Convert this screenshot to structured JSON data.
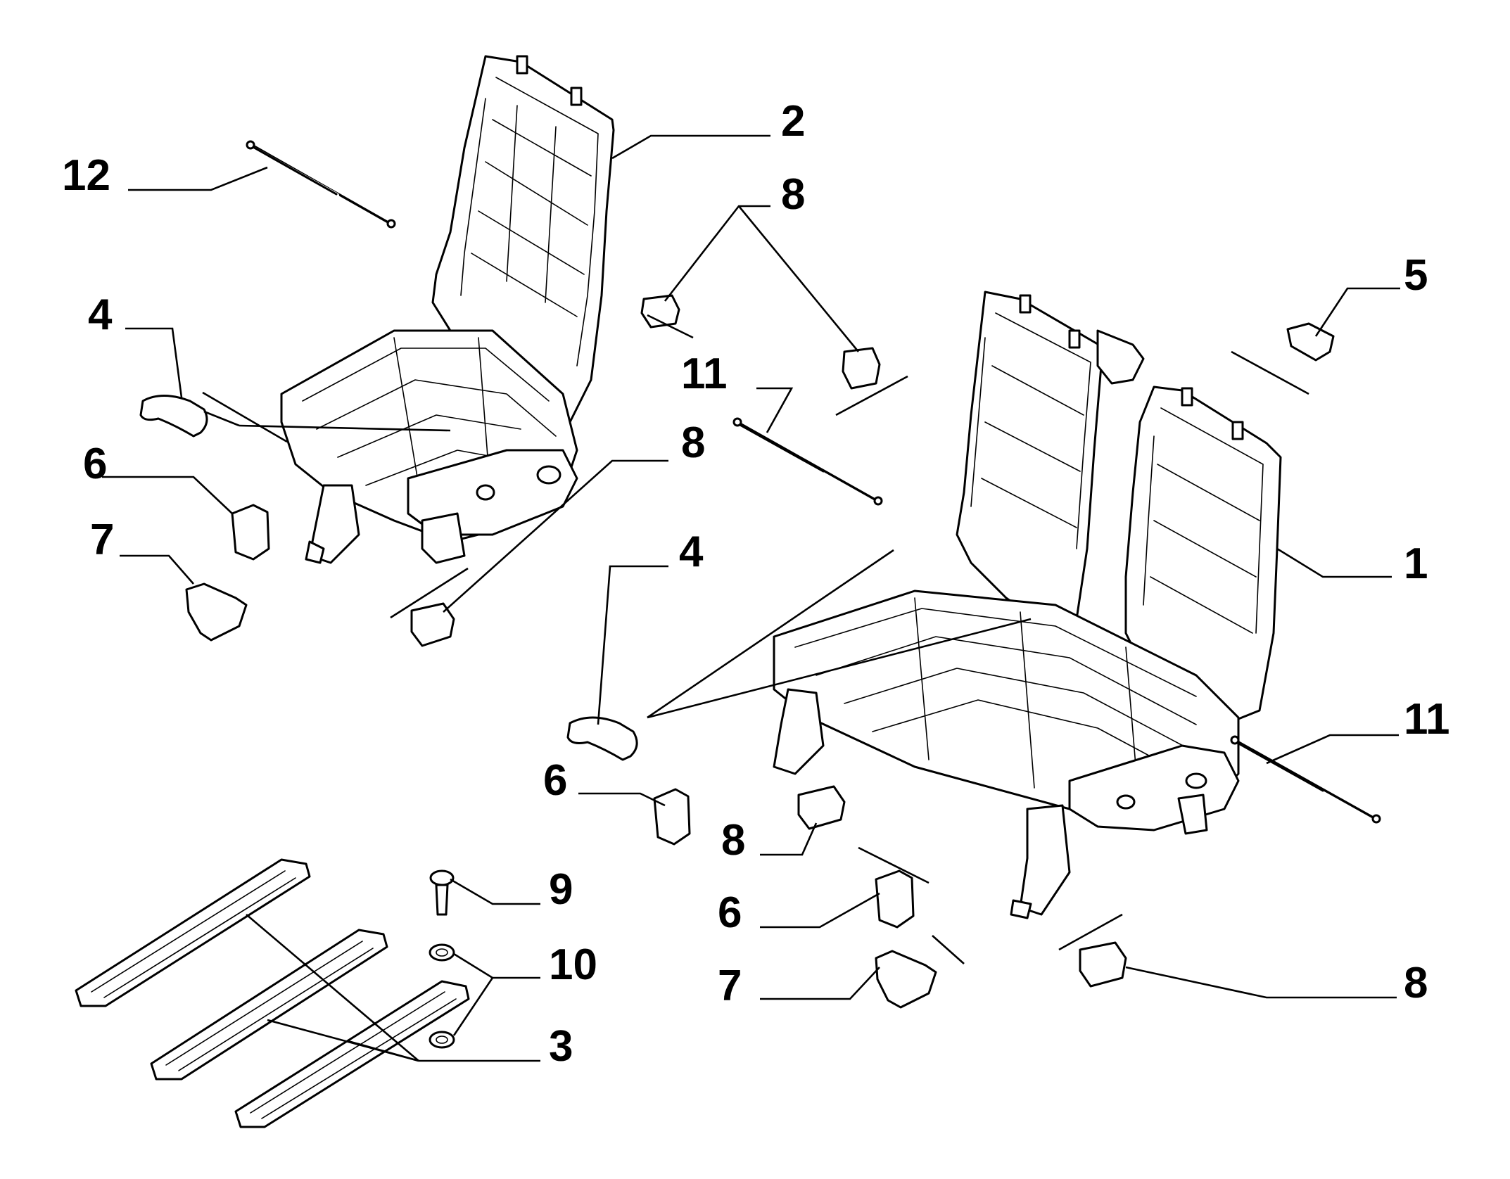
{
  "diagram": {
    "callouts": [
      {
        "id": "c12",
        "label": "12"
      },
      {
        "id": "c2",
        "label": "2"
      },
      {
        "id": "c8a",
        "label": "8"
      },
      {
        "id": "c4a",
        "label": "4"
      },
      {
        "id": "c11a",
        "label": "11"
      },
      {
        "id": "c5",
        "label": "5"
      },
      {
        "id": "c6a",
        "label": "6"
      },
      {
        "id": "c8b",
        "label": "8"
      },
      {
        "id": "c7a",
        "label": "7"
      },
      {
        "id": "c4b",
        "label": "4"
      },
      {
        "id": "c1",
        "label": "1"
      },
      {
        "id": "c11b",
        "label": "11"
      },
      {
        "id": "c6b",
        "label": "6"
      },
      {
        "id": "c8c",
        "label": "8"
      },
      {
        "id": "c9",
        "label": "9"
      },
      {
        "id": "c10",
        "label": "10"
      },
      {
        "id": "c6c",
        "label": "6"
      },
      {
        "id": "c3",
        "label": "3"
      },
      {
        "id": "c7b",
        "label": "7"
      },
      {
        "id": "c8d",
        "label": "8"
      }
    ]
  }
}
